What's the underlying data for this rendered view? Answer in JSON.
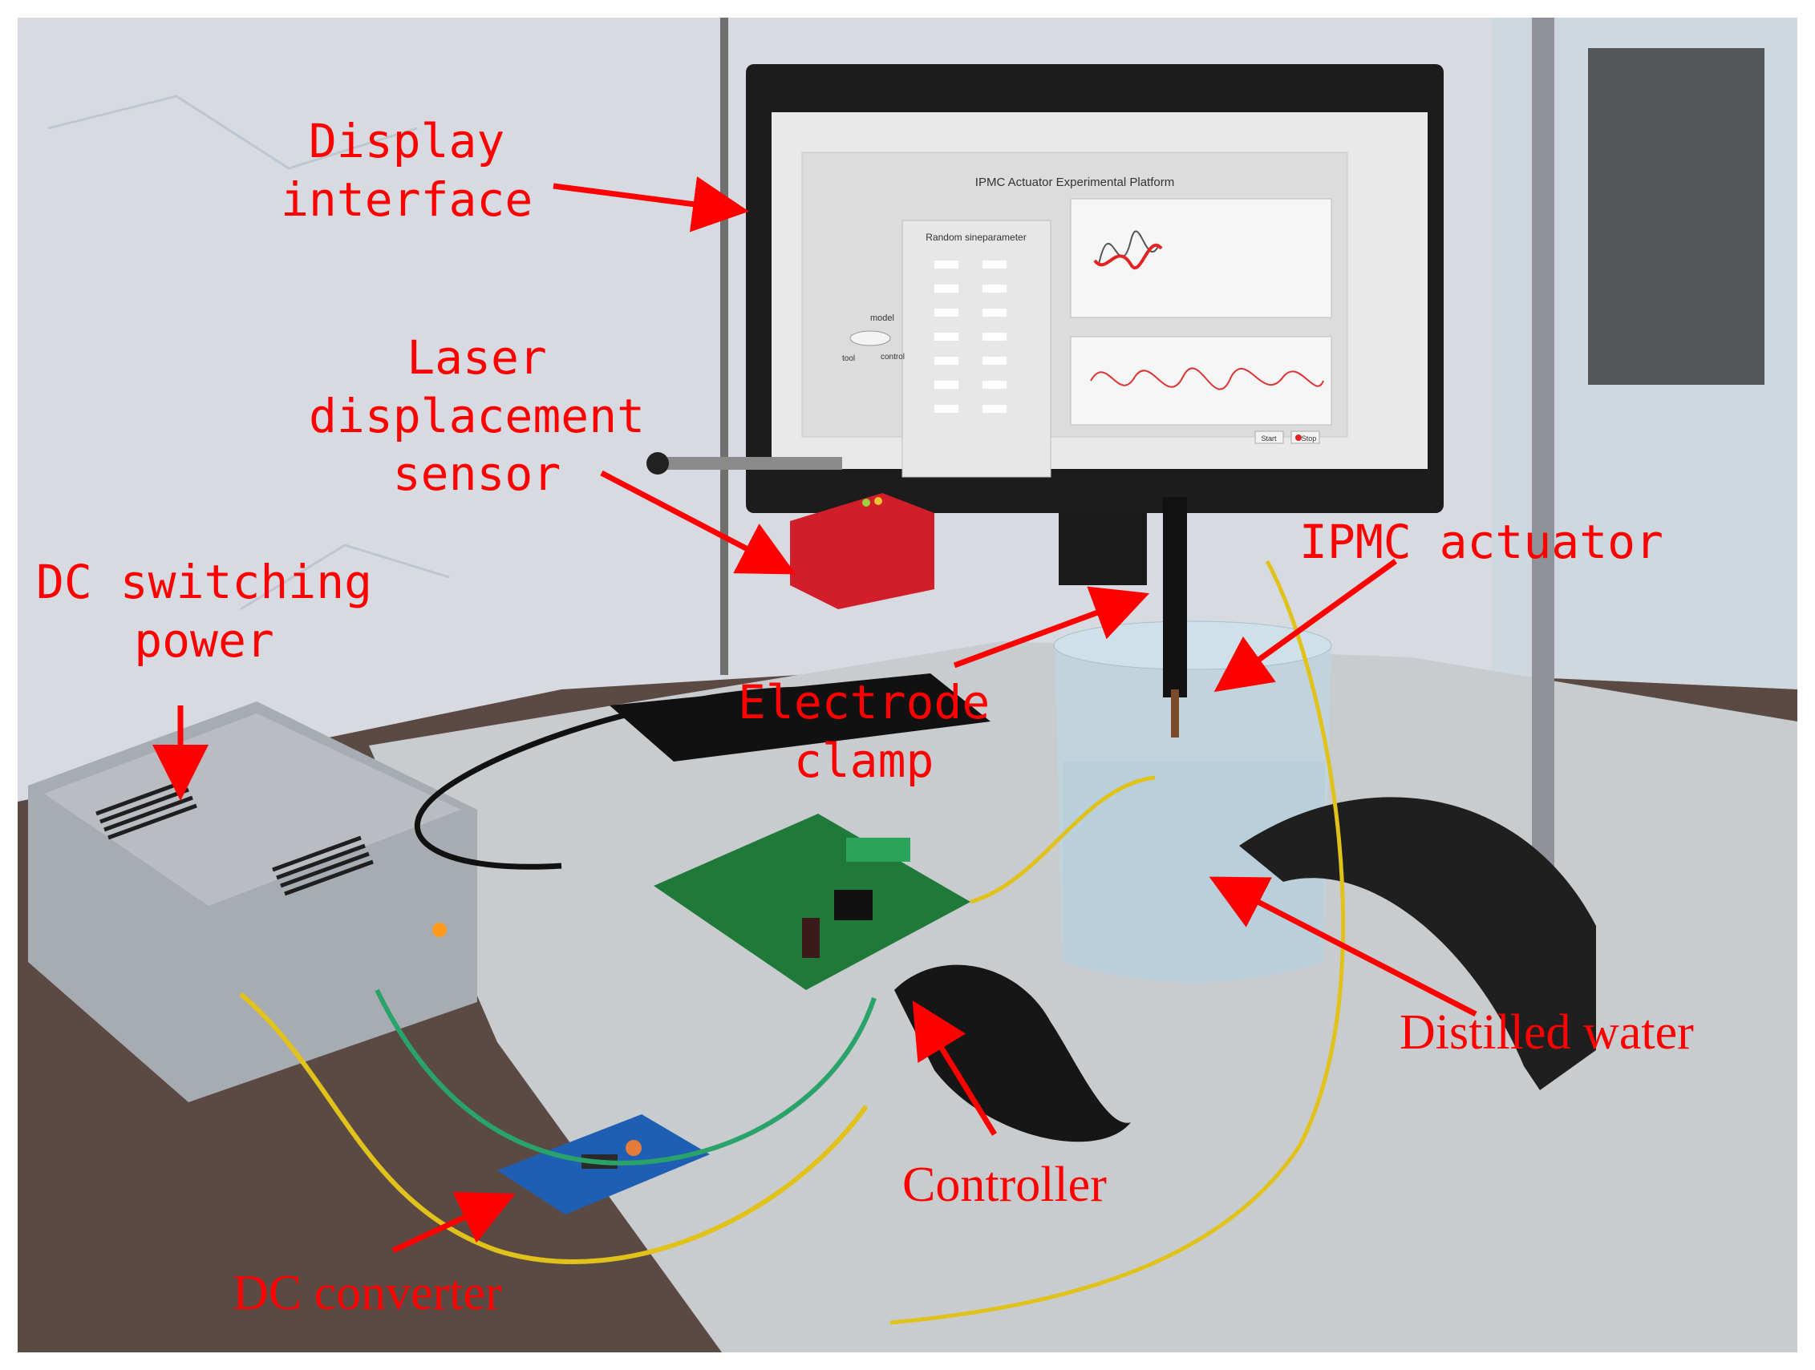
{
  "labels": {
    "display_interface": [
      "Display",
      "interface"
    ],
    "laser_sensor": [
      "Laser",
      "displacement",
      "sensor"
    ],
    "dc_switching_power": [
      "DC switching",
      "power"
    ],
    "ipmc_actuator": "IPMC actuator",
    "electrode_clamp": [
      "Electrode",
      "clamp"
    ],
    "distilled_water": "Distilled water",
    "controller": "Controller",
    "dc_converter": "DC converter"
  },
  "screen_ui": {
    "title": "IPMC Actuator Experimental Platform",
    "panel_title": "Random sineparameter",
    "mode_labels": [
      "model",
      "tool",
      "control"
    ],
    "buttons": [
      "Start",
      "Stop"
    ]
  },
  "colors": {
    "annotation": "#ff0000",
    "wall": "#d7dbe1",
    "table": "#c9cccf",
    "monitor": "#1c1c1c",
    "screen_bg": "#e9e9e9",
    "pcb": "#1f7a3a",
    "wire_yellow": "#e1c21a",
    "wire_green": "#2aa36b"
  }
}
